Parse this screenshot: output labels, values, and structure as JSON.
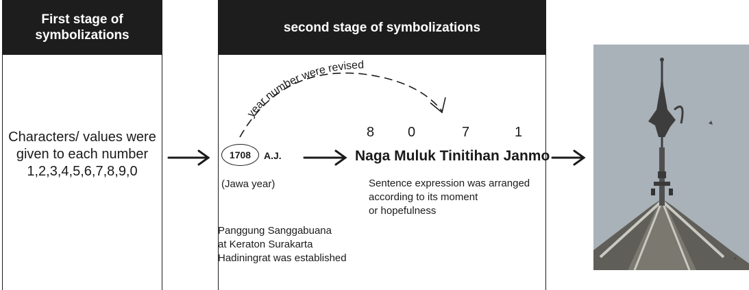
{
  "stage1": {
    "header_line1": "First stage of",
    "header_line2": "symbolizations",
    "text_line1": "Characters/ values were",
    "text_line2": "given to each number",
    "text_line3": "1,2,3,4,5,6,7,8,9,0"
  },
  "stage2": {
    "header": "second stage of symbolizations",
    "curve_label": "year number were revised",
    "year": "1708",
    "era": "A.J.",
    "digits": [
      "8",
      "0",
      "7",
      "1"
    ],
    "phrase": "Naga Muluk Tinitihan Janmo",
    "jawa_note": "(Jawa year)",
    "expl_line1": "Sentence expression was arranged",
    "expl_line2": "according to its moment",
    "expl_line3": "or hopefulness",
    "est_line1": "Panggung Sanggabuana",
    "est_line2": "at Keraton Surakarta",
    "est_line3": "Hadiningrat was established"
  },
  "colors": {
    "header_bg": "#1d1d1d",
    "sky": "#a9b1b9",
    "roof": "#6b6a63"
  },
  "icons": [
    "arrow-right-icon",
    "dashed-curved-arrow-icon",
    "tower-photo"
  ]
}
